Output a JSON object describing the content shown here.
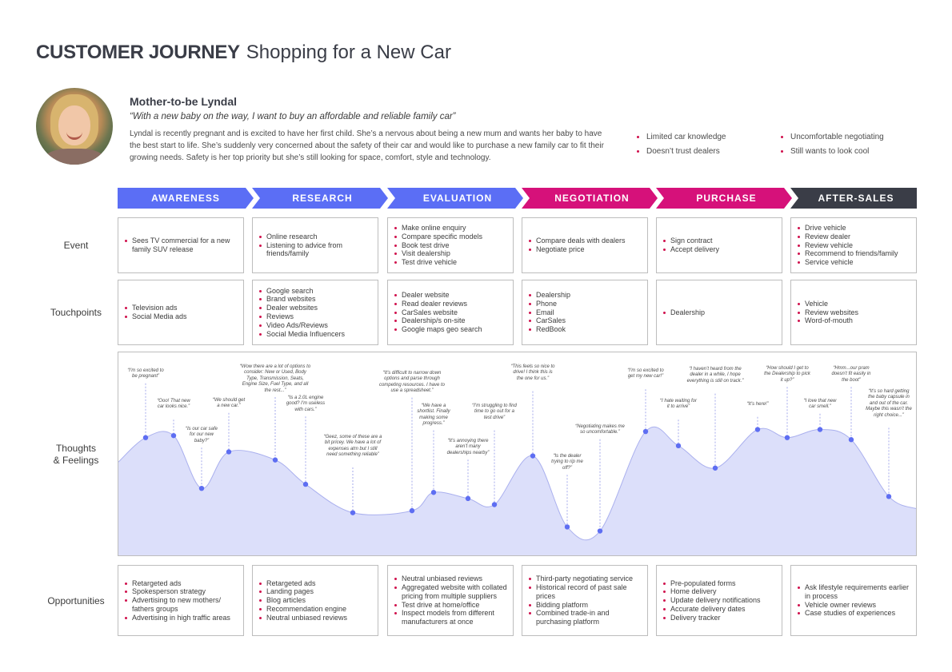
{
  "header": {
    "title_strong": "CUSTOMER JOURNEY",
    "title_light": "Shopping for a New Car"
  },
  "persona": {
    "name": "Mother-to-be Lyndal",
    "quote": "“With a new baby on the way, I want to buy an affordable and reliable family car”",
    "description": "Lyndal is recently pregnant and is excited to have her first child. She’s a nervous about being a new mum and wants her baby to have the best start to life. She’s suddenly very concerned about the safety of their car and would like to purchase a new family car to fit their growing needs. Safety is her top priority but she’s still looking for space, comfort, style and technology.",
    "traits_left": [
      "Limited car knowledge",
      "Doesn’t trust dealers"
    ],
    "traits_right": [
      "Uncomfortable negotiating",
      "Still wants to look cool"
    ]
  },
  "colors": {
    "blue": "#5b6ef5",
    "pink": "#d6117a",
    "dark": "#3a3d47",
    "bullet": "#d0104c",
    "curve_fill": "#dcdffa",
    "curve_point": "#5e6ef2"
  },
  "stages": [
    {
      "label": "AWARENESS",
      "color": "#5b6ef5"
    },
    {
      "label": "RESEARCH",
      "color": "#5b6ef5"
    },
    {
      "label": "EVALUATION",
      "color": "#5b6ef5"
    },
    {
      "label": "NEGOTIATION",
      "color": "#d6117a"
    },
    {
      "label": "PURCHASE",
      "color": "#d6117a"
    },
    {
      "label": "AFTER-SALES",
      "color": "#3a3d47"
    }
  ],
  "rows": {
    "event": {
      "label": "Event",
      "cells": [
        [
          "Sees TV commercial for a new family SUV release"
        ],
        [
          "Online research",
          "Listening to advice from friends/family"
        ],
        [
          "Make online enquiry",
          "Compare specific models",
          "Book test drive",
          "Visit dealership",
          "Test drive vehicle"
        ],
        [
          "Compare deals with dealers",
          "Negotiate price"
        ],
        [
          "Sign contract",
          "Accept delivery"
        ],
        [
          "Drive vehicle",
          "Review dealer",
          "Review vehicle",
          "Recommend to friends/family",
          "Service vehicle"
        ]
      ]
    },
    "touchpoints": {
      "label": "Touchpoints",
      "cells": [
        [
          "Television ads",
          "Social Media ads"
        ],
        [
          "Google search",
          "Brand websites",
          "Dealer websites",
          "Reviews",
          "Video Ads/Reviews",
          "Social Media Influencers"
        ],
        [
          "Dealer website",
          "Read dealer reviews",
          "CarSales website",
          "Dealership/s on-site",
          "Google maps geo search"
        ],
        [
          "Dealership",
          "Phone",
          "Email",
          "CarSales",
          "RedBook"
        ],
        [
          "Dealership"
        ],
        [
          "Vehicle",
          "Review websites",
          "Word-of-mouth"
        ]
      ]
    },
    "thoughts": {
      "label_line1": "Thoughts",
      "label_line2": "& Feelings"
    },
    "opportunities": {
      "label": "Opportunities",
      "cells": [
        [
          "Retargeted ads",
          "Spokesperson strategy",
          "Advertising to new mothers/ fathers groups",
          "Advertising in high traffic areas"
        ],
        [
          "Retargeted ads",
          "Landing pages",
          "Blog articles",
          "Recommendation engine",
          "Neutral unbiased reviews"
        ],
        [
          "Neutral unbiased reviews",
          "Aggregated website with collated pricing from multiple suppliers",
          "Test drive at home/office",
          "Inspect models from different manufacturers at once"
        ],
        [
          "Third-party negotiating service",
          "Historical record of past sale prices",
          "Bidding platform",
          "Combined trade-in and purchasing platform"
        ],
        [
          "Pre-populated forms",
          "Home delivery",
          "Update delivery notifications",
          "Accurate delivery dates",
          "Delivery tracker"
        ],
        [
          "Ask lifestyle requirements earlier in process",
          "Vehicle owner reviews",
          "Case studies of experiences"
        ]
      ]
    }
  },
  "thoughts": [
    {
      "text": "“I’m so excited to be pregnant”",
      "sentiment": 0.58
    },
    {
      "text": "“Ooo! That new car looks nice.”",
      "sentiment": 0.59
    },
    {
      "text": "“Is our car safe for our new baby?”",
      "sentiment": 0.33
    },
    {
      "text": "“We should get a new car.”",
      "sentiment": 0.51
    },
    {
      "text": "“Wow there are a lot of options to consider: New or Used, Body Type, Transmission, Seats, Engine Size, Fuel Type, and all the rest...”",
      "sentiment": 0.47
    },
    {
      "text": "“Is a 2.0L engine good? I’m useless with cars.”",
      "sentiment": 0.35
    },
    {
      "text": "“Geez, some of these are a bit pricey. We have a lot of expenses atm but I still need something reliable”",
      "sentiment": 0.21
    },
    {
      "text": "“It’s difficult to narrow down options and parse through competing resources. I have to use a spreadsheet.”",
      "sentiment": 0.22
    },
    {
      "text": "“We have a shortlist. Finally making some progress.”",
      "sentiment": 0.31
    },
    {
      "text": "“It’s annoying there aren’t many dealerships nearby”",
      "sentiment": 0.28
    },
    {
      "text": "“I’m struggling to find time to go out for a test drive”",
      "sentiment": 0.25
    },
    {
      "text": "“This feels so nice to drive! I think this is the one for us.”",
      "sentiment": 0.49
    },
    {
      "text": "“Is the dealer trying to rip me off?”",
      "sentiment": 0.14
    },
    {
      "text": "“Negotiating makes me so uncomfortable.”",
      "sentiment": 0.12
    },
    {
      "text": "“I’m so excited to get my new car!”",
      "sentiment": 0.61
    },
    {
      "text": "“I hate waiting for it to arrive”",
      "sentiment": 0.54
    },
    {
      "text": "“I haven’t heard from the dealer in a while, I hope everything is still on track.”",
      "sentiment": 0.43
    },
    {
      "text": "“It’s here!”",
      "sentiment": 0.62
    },
    {
      "text": "“How should I get to the Dealership to pick it up?”",
      "sentiment": 0.58
    },
    {
      "text": "“I love that new car smell.”",
      "sentiment": 0.62
    },
    {
      "text": "“Hmm...our pram doesn’t fit easily in the boot”",
      "sentiment": 0.57
    },
    {
      "text": "“It’s so hard getting the baby capsule in and out of the car. Maybe this wasn’t the right choice...”",
      "sentiment": 0.29
    }
  ]
}
